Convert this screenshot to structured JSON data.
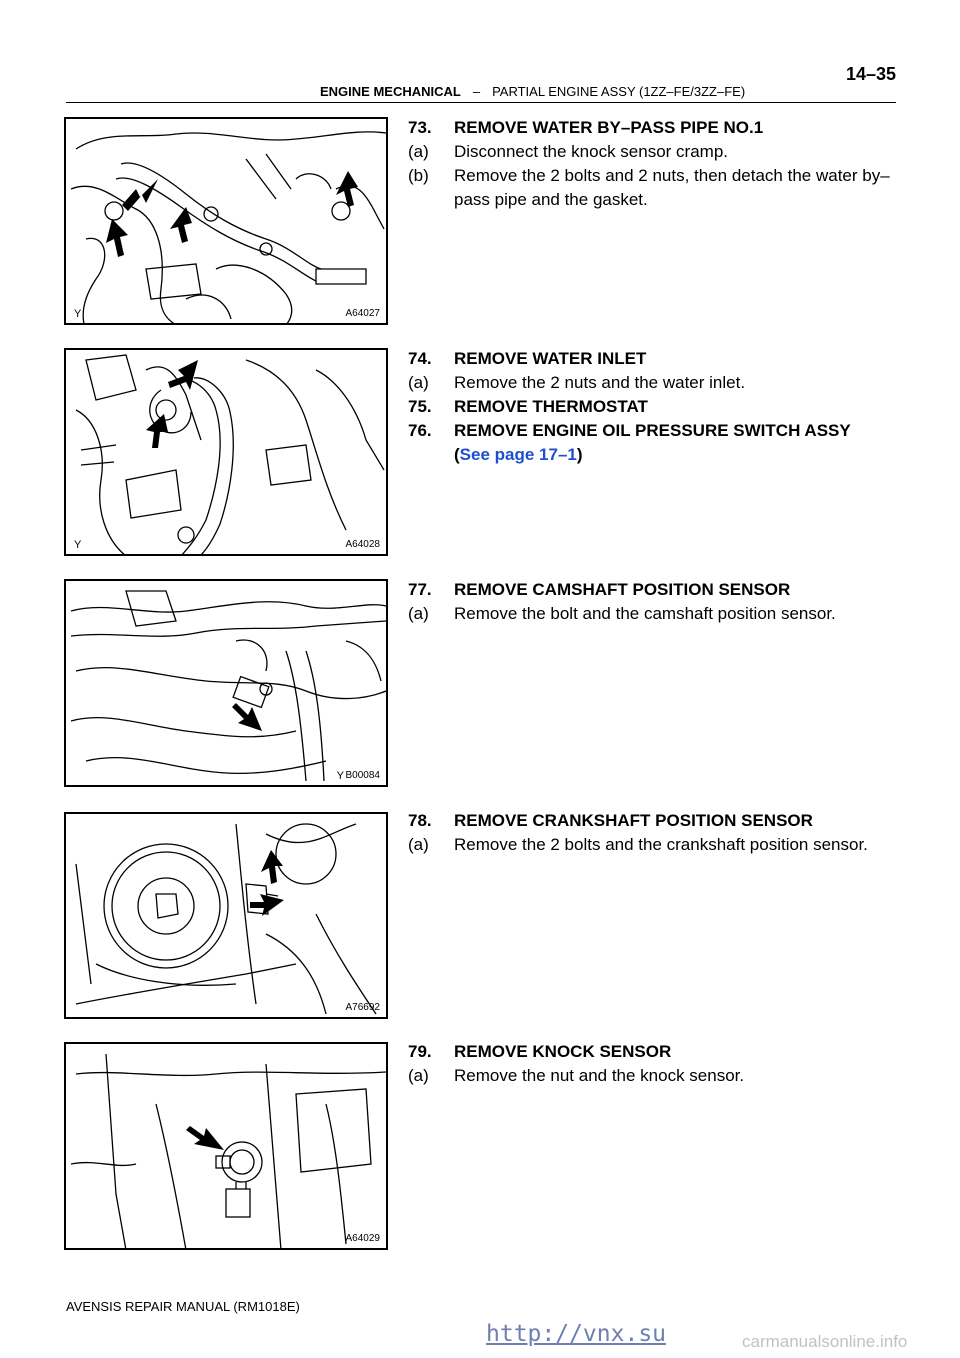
{
  "header": {
    "page_number": "14–35",
    "section": "ENGINE MECHANICAL",
    "separator": "–",
    "subsection": "PARTIAL ENGINE ASSY (1ZZ–FE/3ZZ–FE)"
  },
  "figures": [
    {
      "code": "A64027",
      "mark": "Y"
    },
    {
      "code": "A64028",
      "mark": "Y"
    },
    {
      "code": "B00084",
      "mark": "Y"
    },
    {
      "code": "A76692",
      "mark": ""
    },
    {
      "code": "A64029",
      "mark": ""
    }
  ],
  "steps": {
    "s73": {
      "number": "73.",
      "title": "REMOVE WATER BY–PASS PIPE NO.1",
      "a_label": "(a)",
      "a_text": "Disconnect the knock sensor cramp.",
      "b_label": "(b)",
      "b_text": "Remove the 2 bolts and 2 nuts, then detach the water by–",
      "b_cont": "pass pipe and the gasket."
    },
    "s74": {
      "number": "74.",
      "title": "REMOVE WATER INLET",
      "a_label": "(a)",
      "a_text": "Remove the 2 nuts and the water inlet."
    },
    "s75": {
      "number": "75.",
      "title": "REMOVE THERMOSTAT"
    },
    "s76": {
      "number": "76.",
      "title": "REMOVE ENGINE OIL PRESSURE SWITCH ASSY",
      "ref_open": "(",
      "ref_link": "See page 17–1",
      "ref_close": ")"
    },
    "s77": {
      "number": "77.",
      "title": "REMOVE CAMSHAFT POSITION SENSOR",
      "a_label": "(a)",
      "a_text": "Remove the bolt and the camshaft position sensor."
    },
    "s78": {
      "number": "78.",
      "title": "REMOVE CRANKSHAFT POSITION SENSOR",
      "a_label": "(a)",
      "a_text": "Remove the 2 bolts and the crankshaft position sensor."
    },
    "s79": {
      "number": "79.",
      "title": "REMOVE KNOCK SENSOR",
      "a_label": "(a)",
      "a_text": "Remove the nut and the knock sensor."
    }
  },
  "footer": {
    "text": "AVENSIS REPAIR MANUAL   (RM1018E)"
  },
  "watermark": {
    "url": "http://vnx.su",
    "site": "carmanualsonline.info"
  }
}
